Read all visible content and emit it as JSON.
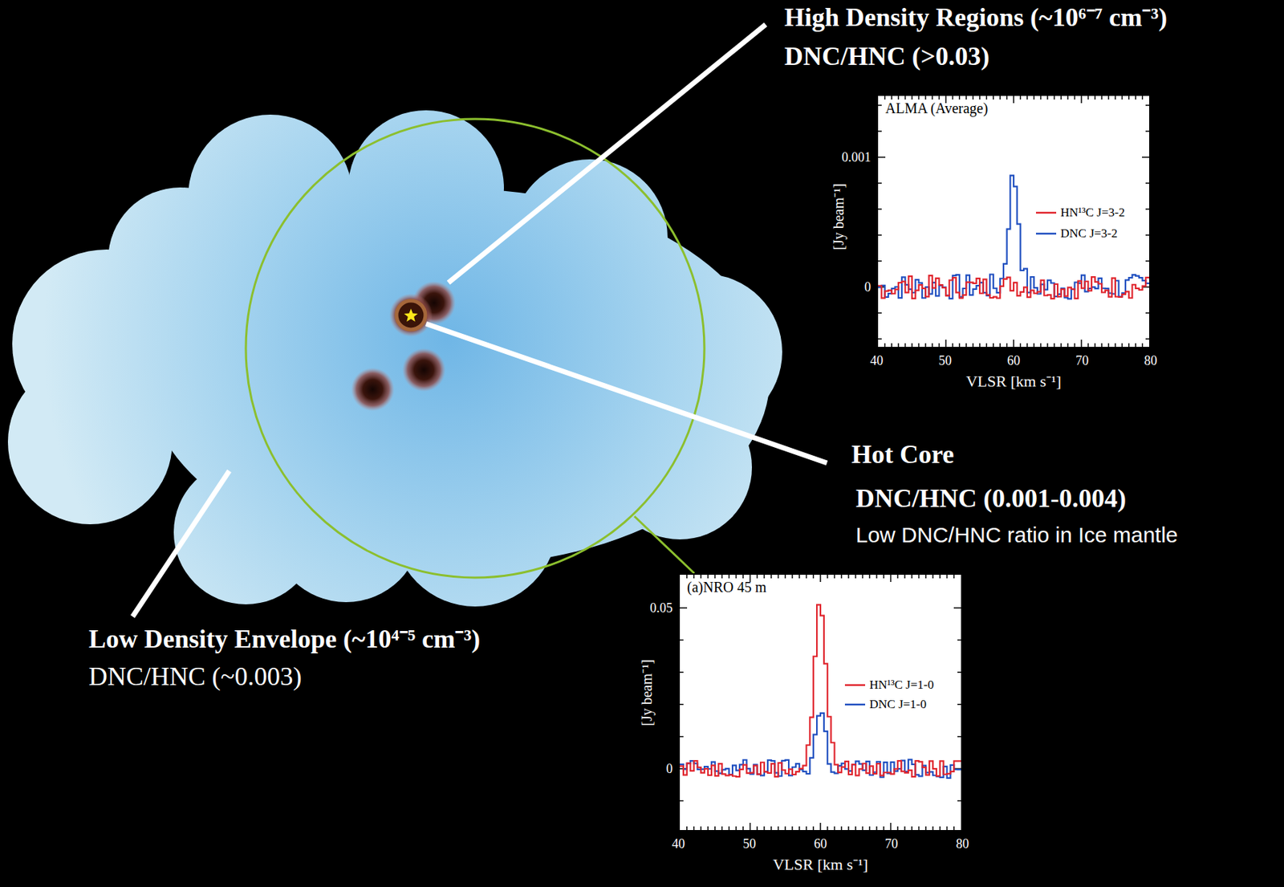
{
  "diagram": {
    "nodes": [
      {
        "text": [
          "ALMA (Average)"
        ]
      },
      {
        "text": [
          "(a)NRO 45 m"
        ]
      }
    ],
    "labels": [
      "High Density Regions (~10⁶⁻⁷ cm⁻³)",
      "DNC/HNC (>0.03)",
      "Hot Core",
      "DNC/HNC (0.001-0.004)",
      "Low DNC/HNC ratio in Ice mantle",
      "Low Density Envelope (~10⁴⁻⁵ cm⁻³)",
      "DNC/HNC (~0.003)",
      "0.001",
      "0",
      "40",
      "50",
      "60",
      "70",
      "80",
      "[Jy beam⁻¹]",
      "VLSR [km s⁻¹]",
      "0.05",
      "0",
      "40",
      "50",
      "60",
      "70",
      "80",
      "[Jy beam⁻¹]",
      "VLSR [km s⁻¹]"
    ],
    "legend": [
      {
        "text": "HN¹³C J=3-2"
      },
      {
        "text": "DNC J=3-2"
      },
      {
        "text": "HN¹³C J=1-0"
      },
      {
        "text": "DNC J=1-0"
      }
    ]
  }
}
